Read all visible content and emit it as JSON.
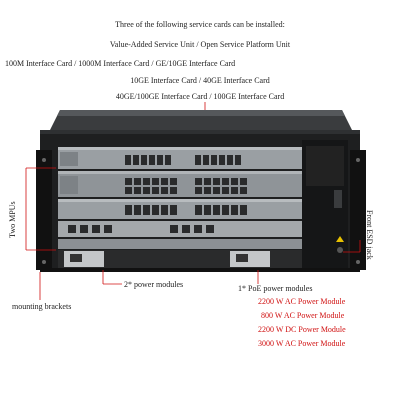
{
  "intro": "Three of the following service cards can be installed:",
  "cards": [
    "Value-Added Service Unit / Open Service Platform Unit",
    "100M Interface Card / 1000M Interface Card / GE/10GE Interface Card",
    "10GE Interface Card / 40GE Interface Card",
    "40GE/100GE Interface Card / 100GE Interface Card"
  ],
  "labels": {
    "mpus": "Two MPUs",
    "esd": "Front ESD jack",
    "power2": "2* power modules",
    "poe": "1* PoE power modules",
    "brackets": "mounting brackets"
  },
  "power_modules": [
    "2200 W AC Power Module",
    "800 W AC Power Module",
    "2200 W DC Power Module",
    "3000 W AC Power Module"
  ],
  "colors": {
    "annotation_red": "#d01010",
    "chassis_dark": "#1a1a1a",
    "card_silver": "#9a9fa3"
  }
}
